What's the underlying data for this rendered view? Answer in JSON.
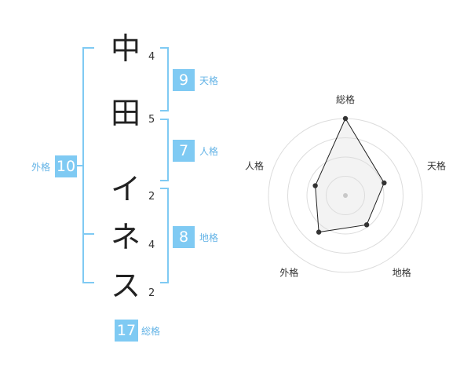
{
  "name": {
    "chars": [
      "中",
      "田",
      "イ",
      "ネ",
      "ス"
    ],
    "strokes": [
      "4",
      "5",
      "2",
      "4",
      "2"
    ]
  },
  "grid": {
    "tenkaku": {
      "label": "天格",
      "value": "9"
    },
    "jinkaku": {
      "label": "人格",
      "value": "7"
    },
    "chikaku": {
      "label": "地格",
      "value": "8"
    },
    "gaikaku": {
      "label": "外格",
      "value": "10"
    },
    "soukaku": {
      "label": "総格",
      "value": "17"
    }
  },
  "colors": {
    "bracket": "#7fcaf3",
    "badge": "#7fcaf3",
    "label": "#63b3e6"
  },
  "chart_data": {
    "type": "radar",
    "axes": [
      "総格",
      "天格",
      "地格",
      "外格",
      "人格"
    ],
    "values": [
      17,
      9,
      8,
      10,
      7
    ],
    "max": 17,
    "rings": 4
  }
}
